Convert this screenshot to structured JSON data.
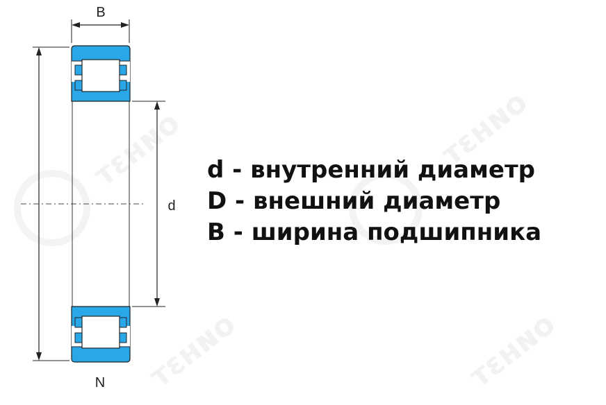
{
  "diagram": {
    "labels": {
      "width": "B",
      "bore": "d",
      "series": "N"
    },
    "legend": [
      "d - внутренний диаметр",
      "D - внешний диаметр",
      "B - ширина подшипника"
    ],
    "colors": {
      "ring": "#2aa7e8",
      "roller": "#ffffff",
      "outline": "#222222",
      "dim_line": "#222222"
    }
  }
}
